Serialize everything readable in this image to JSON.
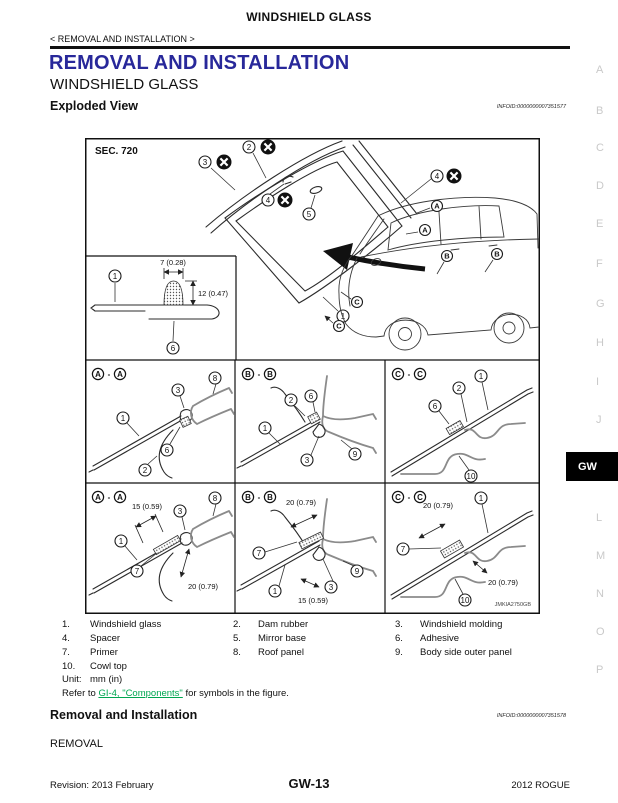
{
  "page": {
    "header_title": "WINDSHIELD GLASS",
    "breadcrumb": "< REMOVAL AND INSTALLATION >",
    "section_title": "REMOVAL AND INSTALLATION",
    "section_subtitle": "WINDSHIELD GLASS",
    "exploded_view": {
      "heading": "Exploded View",
      "infoid": "INFOID:0000000007351577"
    },
    "removal_installation": {
      "heading": "Removal and Installation",
      "infoid": "INFOID:0000000007351578"
    },
    "removal_label": "REMOVAL"
  },
  "diagram": {
    "sec_label": "SEC. 720",
    "figure_id": "JMKIA2750GB",
    "panel_separator": "-",
    "section_letters": {
      "a": "A",
      "b": "B",
      "c": "C"
    },
    "callouts": {
      "c1": "1",
      "c2": "2",
      "c3": "3",
      "c4": "4",
      "c5": "5",
      "c6": "6",
      "c7": "7",
      "c8": "8",
      "c9": "9",
      "c10": "10"
    },
    "dimensions": {
      "bead_w": "7 (0.28)",
      "bead_h": "12 (0.47)",
      "d15": "15 (0.59)",
      "d20": "20 (0.79)"
    }
  },
  "legend": {
    "items": [
      {
        "num": "1.",
        "label": "Windshield glass"
      },
      {
        "num": "2.",
        "label": "Dam rubber"
      },
      {
        "num": "3.",
        "label": "Windshield molding"
      },
      {
        "num": "4.",
        "label": "Spacer"
      },
      {
        "num": "5.",
        "label": "Mirror base"
      },
      {
        "num": "6.",
        "label": "Adhesive"
      },
      {
        "num": "7.",
        "label": "Primer"
      },
      {
        "num": "8.",
        "label": "Roof panel"
      },
      {
        "num": "9.",
        "label": "Body side outer panel"
      },
      {
        "num": "10.",
        "label": "Cowl top"
      }
    ],
    "unit_label": "Unit:",
    "unit_value": "mm (in)",
    "refer_prefix": "Refer to ",
    "refer_link": "GI-4, \"Components\"",
    "refer_suffix": " for symbols in the figure."
  },
  "sidebar": {
    "letters": [
      "A",
      "B",
      "C",
      "D",
      "E",
      "F",
      "G",
      "H",
      "I",
      "J"
    ],
    "active_tab": "GW",
    "letters_after": [
      "L",
      "M",
      "N",
      "O",
      "P"
    ]
  },
  "footer": {
    "revision": "Revision: 2013 February",
    "page_number": "GW-13",
    "model": "2012 ROGUE"
  }
}
